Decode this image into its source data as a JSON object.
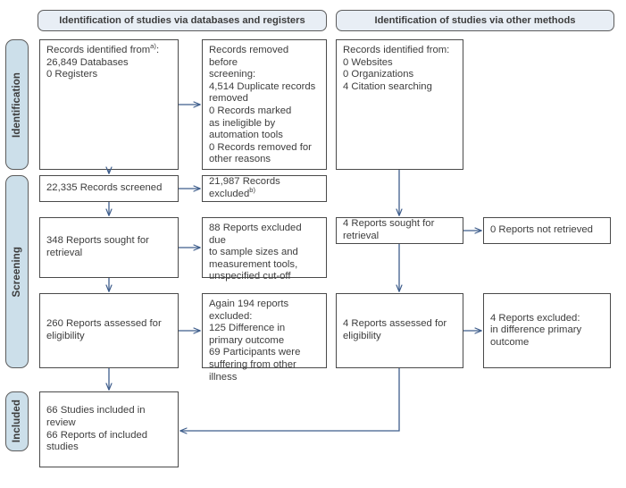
{
  "diagram": {
    "type": "prisma-flow-diagram",
    "title": "PRISMA 2020 flow diagram",
    "colors": {
      "stage_label_fill": "#ccdfea",
      "section_header_fill": "#e8eef5",
      "box_border": "#4a4a4a",
      "arrow": "#3f5e8c",
      "text": "#3d3d3d"
    }
  },
  "sections": [
    {
      "id": "databases",
      "label": "Identification of studies via databases and registers"
    },
    {
      "id": "other",
      "label": "Identification of studies via other methods"
    }
  ],
  "stages": [
    {
      "id": "identification",
      "label": "Identification"
    },
    {
      "id": "screening",
      "label": "Screening"
    },
    {
      "id": "included",
      "label": "Included"
    }
  ],
  "nodes": {
    "records_identified": {
      "name": "records-identified-from",
      "lines": "Records identified froma):\n  26,849 Databases\n  0 Registers",
      "header": "Records identified from",
      "superscript": "a)",
      "items": [
        {
          "count": "26,849",
          "label": "Databases"
        },
        {
          "count": "0",
          "label": "Registers"
        }
      ]
    },
    "records_removed": {
      "name": "records-removed-before-screening",
      "lines": "Records removed before\nscreening:\n    4,514 Duplicate records\n        removed\n    0 Records marked\n       as ineligible by\n       automation tools\n    0 Records removed for\n       other reasons",
      "header": "Records removed before screening:",
      "items": [
        {
          "count": "4,514",
          "label": "Duplicate records removed"
        },
        {
          "count": "0",
          "label": "Records marked as ineligible by automation tools"
        },
        {
          "count": "0",
          "label": "Records removed for other reasons"
        }
      ]
    },
    "records_screened": {
      "name": "records-screened",
      "lines": "22,335 Records screened",
      "count": "22,335",
      "label": "Records screened"
    },
    "records_excluded": {
      "name": "records-excluded",
      "lines": "21,987 Records excludedb)",
      "count": "21,987",
      "label": "Records excluded",
      "superscript": "b)"
    },
    "reports_sought": {
      "name": "reports-sought-for-retrieval",
      "lines": "348 Reports sought for retrieval",
      "count": "348",
      "label": "Reports sought for retrieval"
    },
    "reports_not_retrieved": {
      "name": "reports-excluded-sample-sizes",
      "lines": "88 Reports excluded due\n   to sample sizes and\n   measurement tools,\n   unspecified cut-off",
      "count": "88",
      "label": "Reports excluded due to sample sizes and measurement tools, unspecified cut-off"
    },
    "reports_assessed": {
      "name": "reports-assessed-for-eligibility",
      "lines": "260 Reports assessed for\neligibility",
      "count": "260",
      "label": "Reports assessed for eligibility"
    },
    "reports_excluded": {
      "name": "reports-excluded-eligibility",
      "lines": "Again 194 reports excluded:\n   125 Difference in\n         primary outcome\n   69 Participants were\n        suffering from other\n        illness",
      "header": "Again 194 reports excluded:",
      "total": "194",
      "items": [
        {
          "count": "125",
          "label": "Difference in primary outcome"
        },
        {
          "count": "69",
          "label": "Participants were suffering from other illness"
        }
      ]
    },
    "studies_included": {
      "name": "studies-included-in-review",
      "lines": "66 Studies included in review\n66 Reports of included studies",
      "items": [
        {
          "count": "66",
          "label": "Studies included in review"
        },
        {
          "count": "66",
          "label": "Reports of included studies"
        }
      ]
    },
    "other_identified": {
      "name": "records-identified-other-methods",
      "lines": "Records identified from:\n  0 Websites\n  0 Organizations\n  4 Citation searching",
      "header": "Records identified from:",
      "items": [
        {
          "count": "0",
          "label": "Websites"
        },
        {
          "count": "0",
          "label": "Organizations"
        },
        {
          "count": "4",
          "label": "Citation searching"
        }
      ]
    },
    "other_sought": {
      "name": "other-reports-sought-for-retrieval",
      "lines": "4 Reports sought for retrieval",
      "count": "4",
      "label": "Reports sought for retrieval"
    },
    "other_not_retrieved": {
      "name": "other-reports-not-retrieved",
      "lines": "0 Reports not retrieved",
      "count": "0",
      "label": "Reports not retrieved"
    },
    "other_assessed": {
      "name": "other-reports-assessed-for-eligibility",
      "lines": "4 Reports assessed for\neligibility",
      "count": "4",
      "label": "Reports assessed for eligibility"
    },
    "other_excluded": {
      "name": "other-reports-excluded",
      "lines": "4 Reports excluded:\n  in difference primary\n      outcome",
      "count": "4",
      "label": "Reports excluded: in difference primary outcome"
    }
  }
}
